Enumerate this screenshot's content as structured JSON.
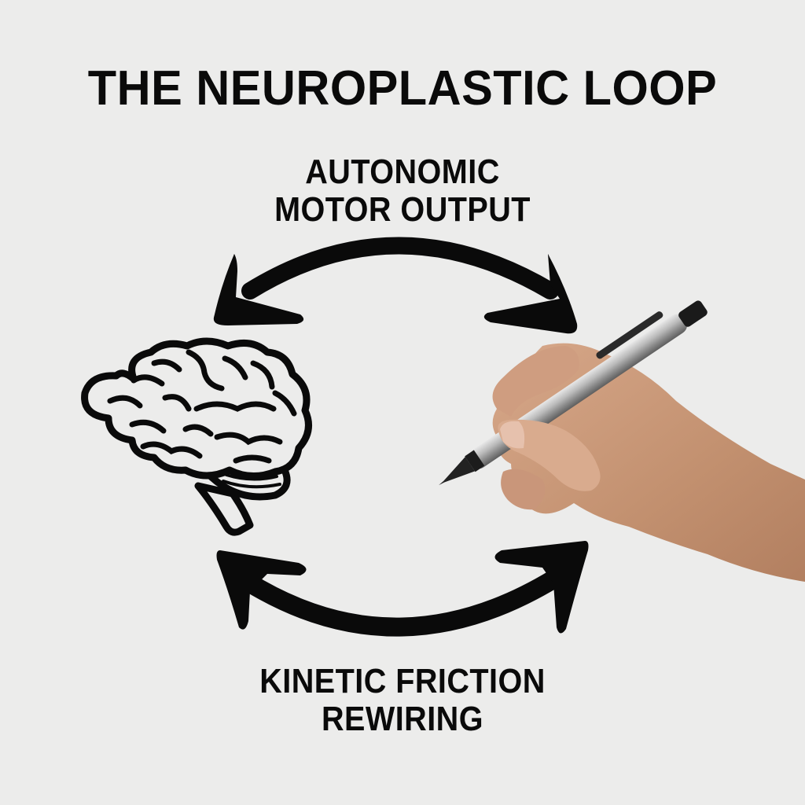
{
  "diagram": {
    "title": "THE NEUROPLASTIC LOOP",
    "nodes": {
      "top": {
        "line1": "AUTONOMIC",
        "line2": "MOTOR OUTPUT"
      },
      "bottom": {
        "line1": "KINETIC FRICTION",
        "line2": "REWIRING"
      },
      "left": {
        "icon": "brain-icon"
      },
      "right": {
        "icon": "hand-holding-pen-illustration"
      }
    },
    "edges": [
      {
        "name": "top-arc",
        "style": "double-headed curved arrow",
        "between": [
          "brain",
          "hand"
        ]
      },
      {
        "name": "bottom-arc",
        "style": "double-headed curved arrow",
        "between": [
          "brain",
          "hand"
        ]
      }
    ],
    "colors": {
      "background": "#ececeb",
      "ink": "#0a0a0a",
      "skin": "#c99a7c",
      "pen_metal": "#b8b8b8"
    }
  }
}
